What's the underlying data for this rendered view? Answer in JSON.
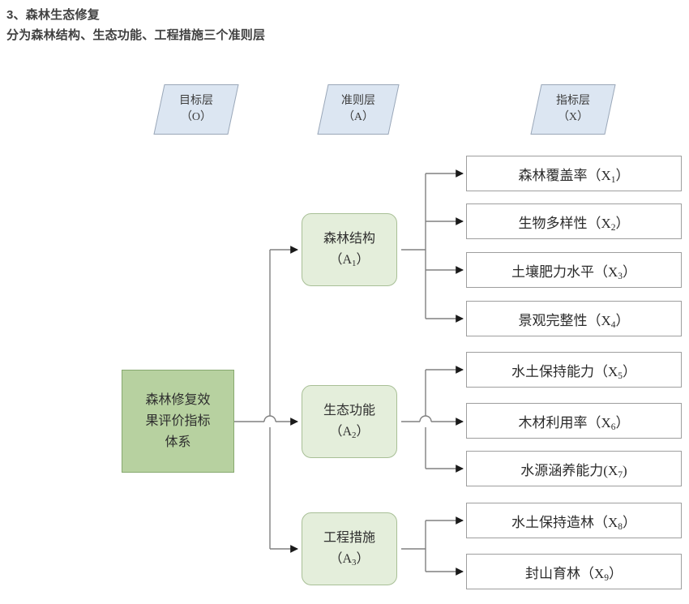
{
  "heading": {
    "line1": "3、森林生态修复",
    "line2": "分为森林结构、生态功能、工程措施三个准则层"
  },
  "legend": [
    {
      "name": "goal-layer",
      "title": "目标层",
      "code": "（O）"
    },
    {
      "name": "criteria-layer",
      "title": "准则层",
      "code": "（A）"
    },
    {
      "name": "indicator-layer",
      "title": "指标层",
      "code": "（X）"
    }
  ],
  "goal": {
    "line1": "森林修复效",
    "line2": "果评价指标",
    "line3": "体系"
  },
  "criteria": [
    {
      "id": "A1",
      "label": "森林结构",
      "code_prefix": "（A",
      "code_sub": "1",
      "code_suffix": "）"
    },
    {
      "id": "A2",
      "label": "生态功能",
      "code_prefix": "（A",
      "code_sub": "2",
      "code_suffix": "）"
    },
    {
      "id": "A3",
      "label": "工程措施",
      "code_prefix": "（A",
      "code_sub": "3",
      "code_suffix": "）"
    }
  ],
  "indicators": [
    {
      "id": "X1",
      "label": "森林覆盖率",
      "code_prefix": "（X",
      "code_sub": "1",
      "code_suffix": "）",
      "parent": "A1"
    },
    {
      "id": "X2",
      "label": "生物多样性",
      "code_prefix": "（X",
      "code_sub": "2",
      "code_suffix": "）",
      "parent": "A1"
    },
    {
      "id": "X3",
      "label": "土壤肥力水平",
      "code_prefix": "（X",
      "code_sub": "3",
      "code_suffix": "）",
      "parent": "A1"
    },
    {
      "id": "X4",
      "label": "景观完整性",
      "code_prefix": "（X",
      "code_sub": "4",
      "code_suffix": "）",
      "parent": "A1"
    },
    {
      "id": "X5",
      "label": "水土保持能力",
      "code_prefix": "（X",
      "code_sub": "5",
      "code_suffix": "）",
      "parent": "A2"
    },
    {
      "id": "X6",
      "label": "木材利用率",
      "code_prefix": "（X",
      "code_sub": "6",
      "code_suffix": "）",
      "parent": "A2"
    },
    {
      "id": "X7",
      "label": "水源涵养能力",
      "code_prefix": "(X",
      "code_sub": "7",
      "code_suffix": ")",
      "parent": "A2"
    },
    {
      "id": "X8",
      "label": "水土保持造林",
      "code_prefix": "（X",
      "code_sub": "8",
      "code_suffix": "）",
      "parent": "A3"
    },
    {
      "id": "X9",
      "label": "封山育林",
      "code_prefix": "（X",
      "code_sub": "9",
      "code_suffix": "）",
      "parent": "A3"
    }
  ],
  "colors": {
    "legend_fill": "#dce6f2",
    "legend_stroke": "#9aa7b8",
    "goal_fill": "#b7d1a0",
    "goal_stroke": "#87a96f",
    "criteria_fill": "#e4eedb",
    "criteria_stroke": "#a8bf96",
    "indicator_fill": "#ffffff",
    "indicator_stroke": "#9e9e9e",
    "edge_stroke": "#808080",
    "heading_text": "#404040"
  }
}
